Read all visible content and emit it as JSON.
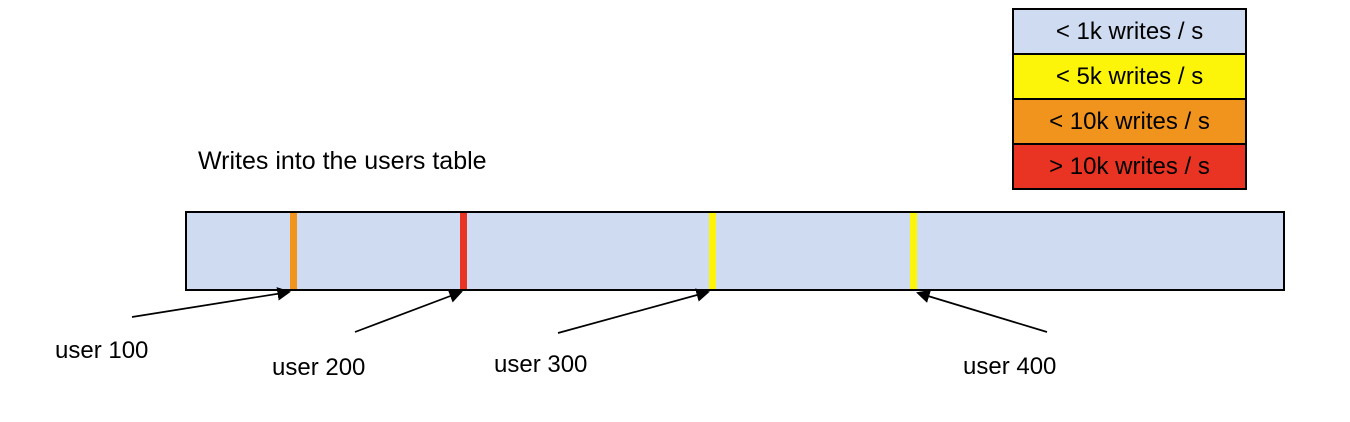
{
  "title": "Writes into the users table",
  "colors": {
    "bar_fill": "#cedbf0",
    "yellow": "#fcf50a",
    "orange": "#f0941e",
    "red": "#e93323",
    "outline": "#000000"
  },
  "legend": {
    "items": [
      {
        "label": "< 1k writes / s",
        "color": "#cedbf0"
      },
      {
        "label": "< 5k writes / s",
        "color": "#fcf50a"
      },
      {
        "label": "< 10k writes / s",
        "color": "#f0941e"
      },
      {
        "label": "> 10k writes / s",
        "color": "#e93323"
      }
    ]
  },
  "bar": {
    "fill": "#cedbf0",
    "stripes": [
      {
        "user": "user 100",
        "color_name": "orange",
        "color": "#f0941e"
      },
      {
        "user": "user 200",
        "color_name": "red",
        "color": "#e93323"
      },
      {
        "user": "user 300",
        "color_name": "yellow",
        "color": "#fcf50a"
      },
      {
        "user": "user 400",
        "color_name": "yellow",
        "color": "#fcf50a"
      }
    ]
  },
  "callouts": [
    {
      "label": "user 100"
    },
    {
      "label": "user 200"
    },
    {
      "label": "user 300"
    },
    {
      "label": "user 400"
    }
  ]
}
